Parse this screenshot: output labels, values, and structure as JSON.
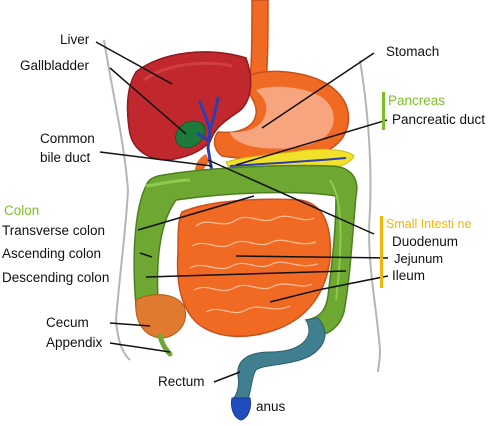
{
  "labels": {
    "liver": "Liver",
    "gallbladder": "Gallbladder",
    "common_bile_duct_line1": "Common",
    "common_bile_duct_line2": "bile duct",
    "colon_group": "Colon",
    "transverse_colon": "Transverse colon",
    "ascending_colon": "Ascending colon",
    "descending_colon": "Descending colon",
    "cecum": "Cecum",
    "appendix": "Appendix",
    "rectum": "Rectum",
    "anus": "anus",
    "stomach": "Stomach",
    "pancreas_group": "Pancreas",
    "pancreatic_duct": "Pancreatic duct",
    "small_intestine_group": "Small Intesti ne",
    "duodenum": "Duodenum",
    "jejunum": "Jejunum",
    "ileum": "Ileum"
  },
  "colors": {
    "text": "#111111",
    "group_green": "#7cbf2a",
    "group_yellow": "#f2b705",
    "liver": "#c0282d",
    "liver_dark": "#8e1a1f",
    "gallbladder": "#1e7a3a",
    "bile_duct": "#2b3fb5",
    "stomach_outer": "#f06a24",
    "stomach_inner": "#f7a57f",
    "pancreas": "#f2e12a",
    "colon": "#6ea832",
    "colon_dark": "#4d7f21",
    "cecum": "#e07a2e",
    "small_intestine": "#f06a24",
    "small_intestine_line": "#ffd0b0",
    "rectum": "#3f7f8f",
    "anus": "#1f4fbf",
    "body_outline": "#b5b5b5"
  }
}
